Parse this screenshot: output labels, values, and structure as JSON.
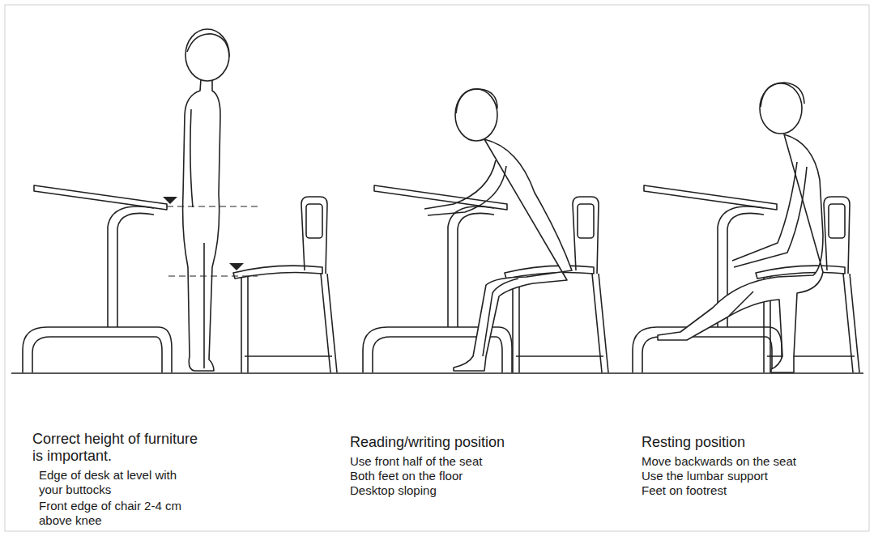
{
  "diagram": {
    "labels": [
      "Correct height of furniture is important.",
      "Edge of desk at level with your buttocks",
      "Front edge of chair 2-4 cm above knee",
      "Reading/writing position",
      "Use front half of the seat",
      "Both feet on the floor",
      "Desktop sloping",
      "Resting position",
      "Move backwards on the seat",
      "Use the lumbar support",
      "Feet on footrest"
    ]
  }
}
